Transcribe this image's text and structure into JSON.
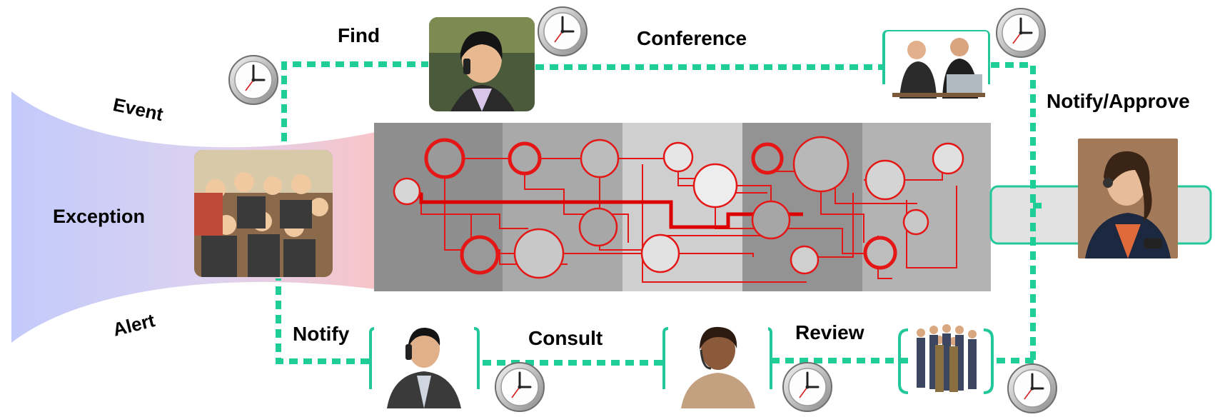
{
  "labels": {
    "event": "Event",
    "exception": "Exception",
    "alert": "Alert",
    "find": "Find",
    "conference": "Conference",
    "notify_approve": "Notify/Approve",
    "notify": "Notify",
    "consult": "Consult",
    "review": "Review"
  },
  "icons": {
    "clock": "clock-icon",
    "photo": "person-photo"
  },
  "colors": {
    "dotted_path": "#1fce96",
    "bracket": "#22c79a",
    "network_line": "#e51616",
    "funnel_left": "#c2cafb",
    "funnel_right": "#f8c4c8"
  }
}
